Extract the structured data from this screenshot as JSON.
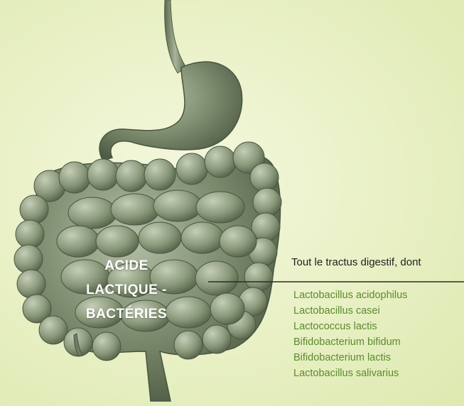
{
  "overlay_label": {
    "line1": "ACIDE",
    "line2": "LACTIQUE -",
    "line3": "BACTÉRIES"
  },
  "callout": {
    "title": "Tout le tractus digestif, dont",
    "species": [
      "Lactobacillus acidophilus",
      "Lactobacillus casei",
      "Lactococcus lactis",
      "Bifidobacterium bifidum",
      "Bifidobacterium lactis",
      "Lactobacillus salivarius"
    ]
  },
  "colors": {
    "background": "#e8f0c4",
    "organ": "#7c8c6e",
    "species_text": "#5c8a2e",
    "title_text": "#1f1f1f",
    "label_text": "#ffffff"
  }
}
